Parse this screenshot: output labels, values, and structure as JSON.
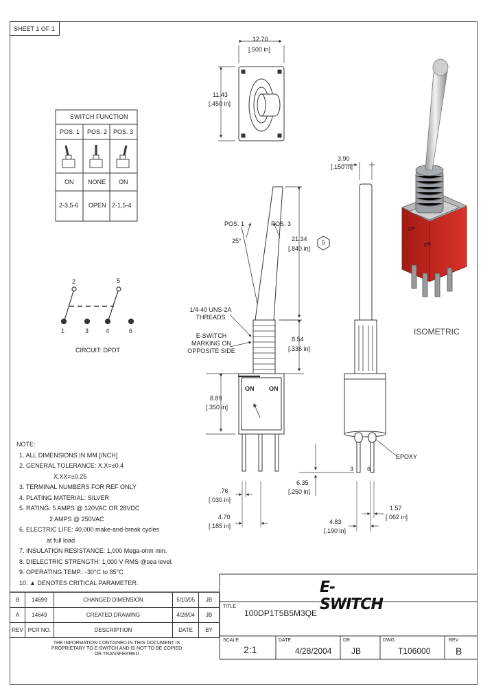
{
  "sheet_label": "SHEET 1 OF 1",
  "top_view": {
    "width_mm": "12.70",
    "width_in": "[.500 in]",
    "height_mm": "11.43",
    "height_in": "[.450 in]"
  },
  "switch_function": {
    "title": "SWITCH FUNCTION",
    "columns": [
      "POS. 1",
      "POS. 2",
      "POS. 3"
    ],
    "states": [
      "ON",
      "NONE",
      "ON"
    ],
    "connections": [
      "2-3,5-6",
      "OPEN",
      "2-1,5-4"
    ]
  },
  "circuit": {
    "pins_top": [
      "2",
      "5"
    ],
    "pins_bottom": [
      "1",
      "3",
      "4",
      "6"
    ],
    "label": "CIRCUIT: DPDT"
  },
  "side_view": {
    "pos1": "POS. 1",
    "pos3": "POS. 3",
    "angle": "25°",
    "lever_mm": "21.34",
    "lever_in": "[.840 in]",
    "crit_mark": "5",
    "threads_label": "1/4-40 UNS-2A THREADS",
    "marking_label": "E-SWITCH MARKING ON OPPOSITE SIDE",
    "bushing_mm": "8.54",
    "bushing_in": "[.336 in]",
    "body_mm": "8.89",
    "body_in": "[.350 in]",
    "on_left": "ON",
    "on_right": "ON",
    "pin_mm": ".76",
    "pin_in": "[.030 in]",
    "pitch_mm": "4.70",
    "pitch_in": "[.185 in]"
  },
  "front_view": {
    "lever_dia_mm": "3.90",
    "lever_dia_in": "[.150 in]",
    "epoxy": "EPOXY",
    "pin_a": "3",
    "pin_b": "6",
    "term_mm": "6.35",
    "term_in": "[.250 in]",
    "pin_w_mm": "1.57",
    "pin_w_in": "[.062 in]",
    "pitch_mm": "4.83",
    "pitch_in": "[.190 in]"
  },
  "isometric": {
    "label": "ISOMETRIC",
    "on_a": "ON",
    "on_b": "ON"
  },
  "notes": {
    "title": "NOTE:",
    "lines": [
      "1. ALL DIMENSIONS IN MM [INCH]",
      "2. GENERAL TOLERANCE: X.X=±0.4",
      "X.XX=±0.25",
      "3. TERMINAL NUMBERS FOR REF ONLY",
      "4. PLATING MATERIAL: SILVER",
      "5. RATING: 5 AMPS @ 120VAC OR 28VDC",
      "2 AMPS @ 250VAC",
      "6. ELECTRIC LIFE: 40,000 make-and-break cycles",
      "at full load",
      "7. INSULATION RESISTANCE: 1,000 Mega-ohm min.",
      "8. DIELECTRIC STRENGTH: 1,000 V RMS @sea level.",
      "9. OPERATING TEMP.: -30°C to 85°C",
      "10. ▲ DENOTES CRITICAL PARAMETER."
    ]
  },
  "revisions": {
    "rows": [
      {
        "rev": "B",
        "pcr": "14699",
        "desc": "CHANGED DIMENSION",
        "date": "5/10/05",
        "by": "JB"
      },
      {
        "rev": "A",
        "pcr": "14649",
        "desc": "CREATED DRAWING",
        "date": "4/28/04",
        "by": "JB"
      }
    ],
    "header": {
      "rev": "REV",
      "pcr": "PCR NO.",
      "desc": "DESCRIPTION",
      "date": "DATE",
      "by": "BY"
    },
    "proprietary": "THE INFORMATION CONTAINED IN THIS DOCUMENT IS PROPRIETARY TO E-SWITCH AND IS NOT TO BE COPIED OR TRANSFERRED"
  },
  "title_block": {
    "brand": "E-SWITCH",
    "title_label": "TITLE",
    "title": "100DP1T5B5M3QE",
    "scale_label": "SCALE",
    "scale": "2:1",
    "date_label": "DATE",
    "date": "4/28/2004",
    "dr_label": "DR",
    "dr": "JB",
    "dwg_label": "DWG",
    "dwg": "T106000",
    "rev_label": "REV",
    "rev": "B"
  }
}
